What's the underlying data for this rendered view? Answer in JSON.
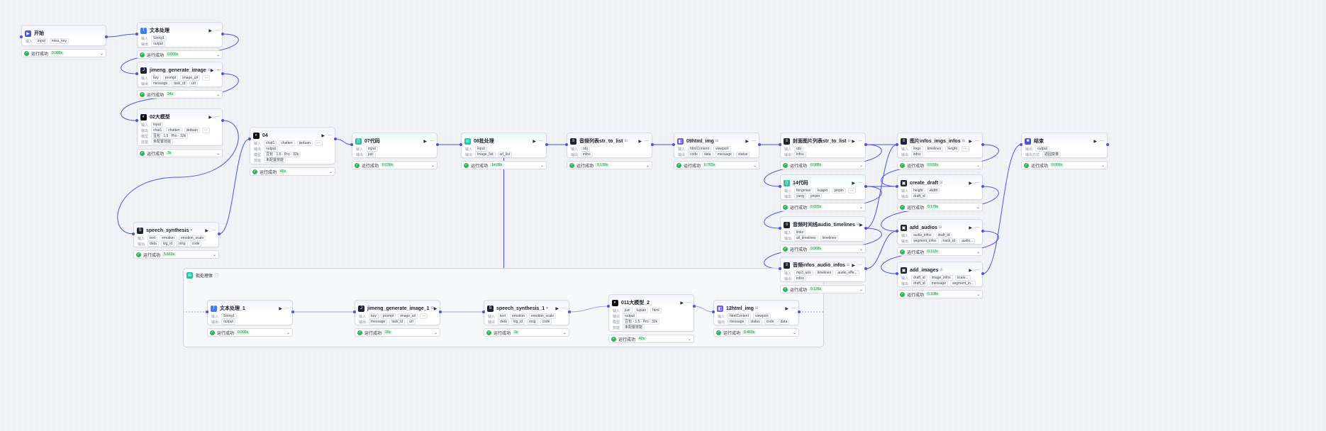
{
  "canvas": {
    "accent_color": "#4d53e8",
    "success_color": "#2fb35d"
  },
  "labels": {
    "input": "输入",
    "output": "输出",
    "model": "模型",
    "skill": "技能",
    "output_mode": "输出方式",
    "run_label": "▶",
    "more_label": "···"
  },
  "group": {
    "title": "批处理体",
    "icon": "batch-icon",
    "info_icon": "ⓘ"
  },
  "nodes": [
    {
      "id": "start",
      "title": "开始",
      "icon": "start-icon",
      "icon_color": "#4d53e8",
      "glyph": "▶",
      "mark": "",
      "rows": [
        {
          "label": "输入",
          "tags": [
            "input",
            "misu_key"
          ]
        }
      ],
      "status_time": "0.000s",
      "actions": false
    },
    {
      "id": "text1",
      "title": "文本处理",
      "icon": "text-process-icon",
      "icon_color": "#3d7ef5",
      "glyph": "T",
      "mark": "",
      "rows": [
        {
          "label": "输入",
          "tags": [
            "String1"
          ]
        },
        {
          "label": "输出",
          "tags": [
            "output"
          ]
        }
      ],
      "status_time": "0.000s",
      "actions": true
    },
    {
      "id": "jimeng",
      "title": "jimeng_generate_image",
      "icon": "plugin-image-icon",
      "icon_color": "#1f2230",
      "glyph": "J",
      "mark": "⊞",
      "rows": [
        {
          "label": "输入",
          "tags": [
            "key",
            "prompt",
            "image_url",
            "···"
          ]
        },
        {
          "label": "输出",
          "tags": [
            "message",
            "task_id",
            "url"
          ]
        }
      ],
      "status_time": "24s",
      "actions": true
    },
    {
      "id": "llm02",
      "title": "02大模型",
      "icon": "llm-icon",
      "icon_color": "#111111",
      "glyph": "◐",
      "mark": "",
      "rows": [
        {
          "label": "输入",
          "tags": [
            "input"
          ]
        },
        {
          "label": "输出",
          "tags": [
            "chat1",
            "chatten",
            "jieduan",
            "···"
          ]
        },
        {
          "label": "模型",
          "tags": [
            "豆包 · 1.5 · Pro · 32k"
          ]
        },
        {
          "label": "技能",
          "tags": [
            "未配置技能"
          ]
        }
      ],
      "status_time": "3s",
      "actions": true
    },
    {
      "id": "speech",
      "title": "speech_synthesis",
      "icon": "speech-icon",
      "icon_color": "#1f2230",
      "glyph": "S",
      "mark": "♥",
      "rows": [
        {
          "label": "输入",
          "tags": [
            "text",
            "emotion",
            "emotion_scale"
          ]
        },
        {
          "label": "输出",
          "tags": [
            "data",
            "log_id",
            "msg",
            "code"
          ]
        }
      ],
      "status_time": "5.663s",
      "actions": true
    },
    {
      "id": "n04",
      "title": "04",
      "icon": "llm-icon",
      "icon_color": "#111111",
      "glyph": "◐",
      "mark": "",
      "rows": [
        {
          "label": "输入",
          "tags": [
            "chat1",
            "chatten",
            "jieduan",
            "···"
          ]
        },
        {
          "label": "输出",
          "tags": [
            "output"
          ]
        },
        {
          "label": "模型",
          "tags": [
            "豆包 · 1.5 · Pro · 32k"
          ]
        },
        {
          "label": "技能",
          "tags": [
            "未配置技能"
          ]
        }
      ],
      "status_time": "45s",
      "actions": true
    },
    {
      "id": "code07",
      "title": "07代码",
      "icon": "code-icon",
      "icon_color": "#1ec9a0",
      "glyph": "{}",
      "mark": "",
      "rows": [
        {
          "label": "输入",
          "tags": [
            "input"
          ]
        },
        {
          "label": "输出",
          "tags": [
            "juzi"
          ]
        }
      ],
      "status_time": "0.030s",
      "actions": true
    },
    {
      "id": "batch08",
      "title": "08批处理",
      "icon": "batch-icon",
      "icon_color": "#1ec9a0",
      "glyph": "⊞",
      "mark": "",
      "rows": [
        {
          "label": "输入",
          "tags": [
            "input"
          ]
        },
        {
          "label": "输出",
          "tags": [
            "image_list",
            "url_list"
          ]
        }
      ],
      "status_time": "1m39s",
      "actions": true
    },
    {
      "id": "audiolist",
      "title": "音频列表str_to_list",
      "icon": "plugin-icon",
      "icon_color": "#1f2230",
      "glyph": "≡",
      "mark": "⊞",
      "rows": [
        {
          "label": "输入",
          "tags": [
            "obj"
          ]
        },
        {
          "label": "输出",
          "tags": [
            "infos"
          ]
        }
      ],
      "status_time": "0.130s",
      "actions": true
    },
    {
      "id": "html09",
      "title": "09html_img",
      "icon": "html-img-icon",
      "icon_color": "#6f5cf0",
      "glyph": "◧",
      "mark": "⊞",
      "rows": [
        {
          "label": "输入",
          "tags": [
            "htmlContent",
            "viewport"
          ]
        },
        {
          "label": "输出",
          "tags": [
            "code",
            "data",
            "message",
            "status"
          ]
        }
      ],
      "status_time": "0.763s",
      "actions": true
    },
    {
      "id": "imglist",
      "title": "封面图片列表str_to_list",
      "icon": "plugin-icon",
      "icon_color": "#1f2230",
      "glyph": "≡",
      "mark": "⊞",
      "rows": [
        {
          "label": "输入",
          "tags": [
            "obj"
          ]
        },
        {
          "label": "输出",
          "tags": [
            "infos"
          ]
        }
      ],
      "status_time": "0.086s",
      "actions": true
    },
    {
      "id": "code14",
      "title": "14代码",
      "icon": "code-icon",
      "icon_color": "#1ec9a0",
      "glyph": "{}",
      "mark": "",
      "rows": [
        {
          "label": "输入",
          "tags": [
            "fengmian",
            "kuapin",
            "pinpin",
            "···"
          ]
        },
        {
          "label": "输出",
          "tags": [
            "yang",
            "pinpin"
          ]
        }
      ],
      "status_time": "0.020s",
      "actions": true
    },
    {
      "id": "timelines",
      "title": "音频时间线audio_timelines",
      "icon": "plugin-icon",
      "icon_color": "#1f2230",
      "glyph": "≡",
      "mark": "⊞",
      "rows": [
        {
          "label": "输入",
          "tags": [
            "links"
          ]
        },
        {
          "label": "输出",
          "tags": [
            "all_timelines",
            "timelines"
          ]
        }
      ],
      "status_time": "0.068s",
      "actions": true
    },
    {
      "id": "audioinfos",
      "title": "音频infos_audio_infos",
      "icon": "plugin-icon",
      "icon_color": "#1f2230",
      "glyph": "≡",
      "mark": "⊞",
      "rows": [
        {
          "label": "输入",
          "tags": [
            "mp3_urls",
            "timelines",
            "audio_effe..."
          ]
        },
        {
          "label": "输出",
          "tags": [
            "infos"
          ]
        }
      ],
      "status_time": "0.126s",
      "actions": true
    },
    {
      "id": "imginfos",
      "title": "图片infos_imgs_infos",
      "icon": "plugin-icon",
      "icon_color": "#1f2230",
      "glyph": "≡",
      "mark": "⊞",
      "rows": [
        {
          "label": "输入",
          "tags": [
            "imgs",
            "timelines",
            "height",
            "···"
          ]
        },
        {
          "label": "输出",
          "tags": [
            "infos"
          ]
        }
      ],
      "status_time": "0.032s",
      "actions": true
    },
    {
      "id": "draft",
      "title": "create_draft",
      "icon": "draft-icon",
      "icon_color": "#1f2230",
      "glyph": "▣",
      "mark": "⊞",
      "rows": [
        {
          "label": "输入",
          "tags": [
            "height",
            "width"
          ]
        },
        {
          "label": "输出",
          "tags": [
            "draft_id"
          ]
        }
      ],
      "status_time": "0.179s",
      "actions": true
    },
    {
      "id": "audios",
      "title": "add_audios",
      "icon": "draft-icon",
      "icon_color": "#1f2230",
      "glyph": "▣",
      "mark": "⊞",
      "rows": [
        {
          "label": "输入",
          "tags": [
            "audio_infos",
            "draft_id"
          ]
        },
        {
          "label": "输出",
          "tags": [
            "segment_infos",
            "track_id",
            "audio..."
          ]
        }
      ],
      "status_time": "0.112s",
      "actions": true
    },
    {
      "id": "images",
      "title": "add_images",
      "icon": "draft-icon",
      "icon_color": "#1f2230",
      "glyph": "▣",
      "mark": "⊞",
      "rows": [
        {
          "label": "输入",
          "tags": [
            "draft_id",
            "image_infos",
            "scale..."
          ]
        },
        {
          "label": "输出",
          "tags": [
            "draft_id",
            "message",
            "segment_in..."
          ]
        }
      ],
      "status_time": "0.108s",
      "actions": true
    },
    {
      "id": "end",
      "title": "结束",
      "icon": "end-icon",
      "icon_color": "#4d53e8",
      "glyph": "■",
      "mark": "",
      "rows": [
        {
          "label": "输出",
          "tags": [
            "output"
          ]
        },
        {
          "label": "输出方式",
          "tags": [
            "返回变量"
          ]
        }
      ],
      "status_time": "0.000s",
      "actions": true
    },
    {
      "id": "gtext",
      "title": "文本处理_1",
      "icon": "text-process-icon",
      "icon_color": "#3d7ef5",
      "glyph": "T",
      "mark": "",
      "rows": [
        {
          "label": "输入",
          "tags": [
            "String1"
          ]
        },
        {
          "label": "输出",
          "tags": [
            "output"
          ]
        }
      ],
      "status_time": "0.000s",
      "actions": true
    },
    {
      "id": "gjimeng",
      "title": "jimeng_generate_image_1",
      "icon": "plugin-image-icon",
      "icon_color": "#1f2230",
      "glyph": "J",
      "mark": "⊞",
      "rows": [
        {
          "label": "输入",
          "tags": [
            "key",
            "prompt",
            "image_url",
            "···"
          ]
        },
        {
          "label": "输出",
          "tags": [
            "message",
            "task_id",
            "url"
          ]
        }
      ],
      "status_time": "19s",
      "actions": true
    },
    {
      "id": "gspeech",
      "title": "speech_synthesis_1",
      "icon": "speech-icon",
      "icon_color": "#1f2230",
      "glyph": "S",
      "mark": "♥",
      "rows": [
        {
          "label": "输入",
          "tags": [
            "text",
            "emotion",
            "emotion_scale"
          ]
        },
        {
          "label": "输出",
          "tags": [
            "data",
            "log_id",
            "msg",
            "code"
          ]
        }
      ],
      "status_time": "3s",
      "actions": true
    },
    {
      "id": "gllm",
      "title": "011大模型_2",
      "icon": "llm-icon",
      "icon_color": "#111111",
      "glyph": "◐",
      "mark": "",
      "rows": [
        {
          "label": "输入",
          "tags": [
            "juzi",
            "tupian",
            "html"
          ]
        },
        {
          "label": "输出",
          "tags": [
            "output"
          ]
        },
        {
          "label": "模型",
          "tags": [
            "豆包 · 1.5 · Pro · 32k"
          ]
        },
        {
          "label": "技能",
          "tags": [
            "未配置技能"
          ]
        }
      ],
      "status_time": "42s",
      "actions": true
    },
    {
      "id": "ghtml",
      "title": "12html_img",
      "icon": "html-img-icon",
      "icon_color": "#6f5cf0",
      "glyph": "◧",
      "mark": "⊞",
      "rows": [
        {
          "label": "输入",
          "tags": [
            "htmlContent",
            "viewport"
          ]
        },
        {
          "label": "输出",
          "tags": [
            "message",
            "status",
            "code",
            "data"
          ]
        }
      ],
      "status_time": "0.460s",
      "actions": true
    }
  ],
  "status_text": "运行成功"
}
